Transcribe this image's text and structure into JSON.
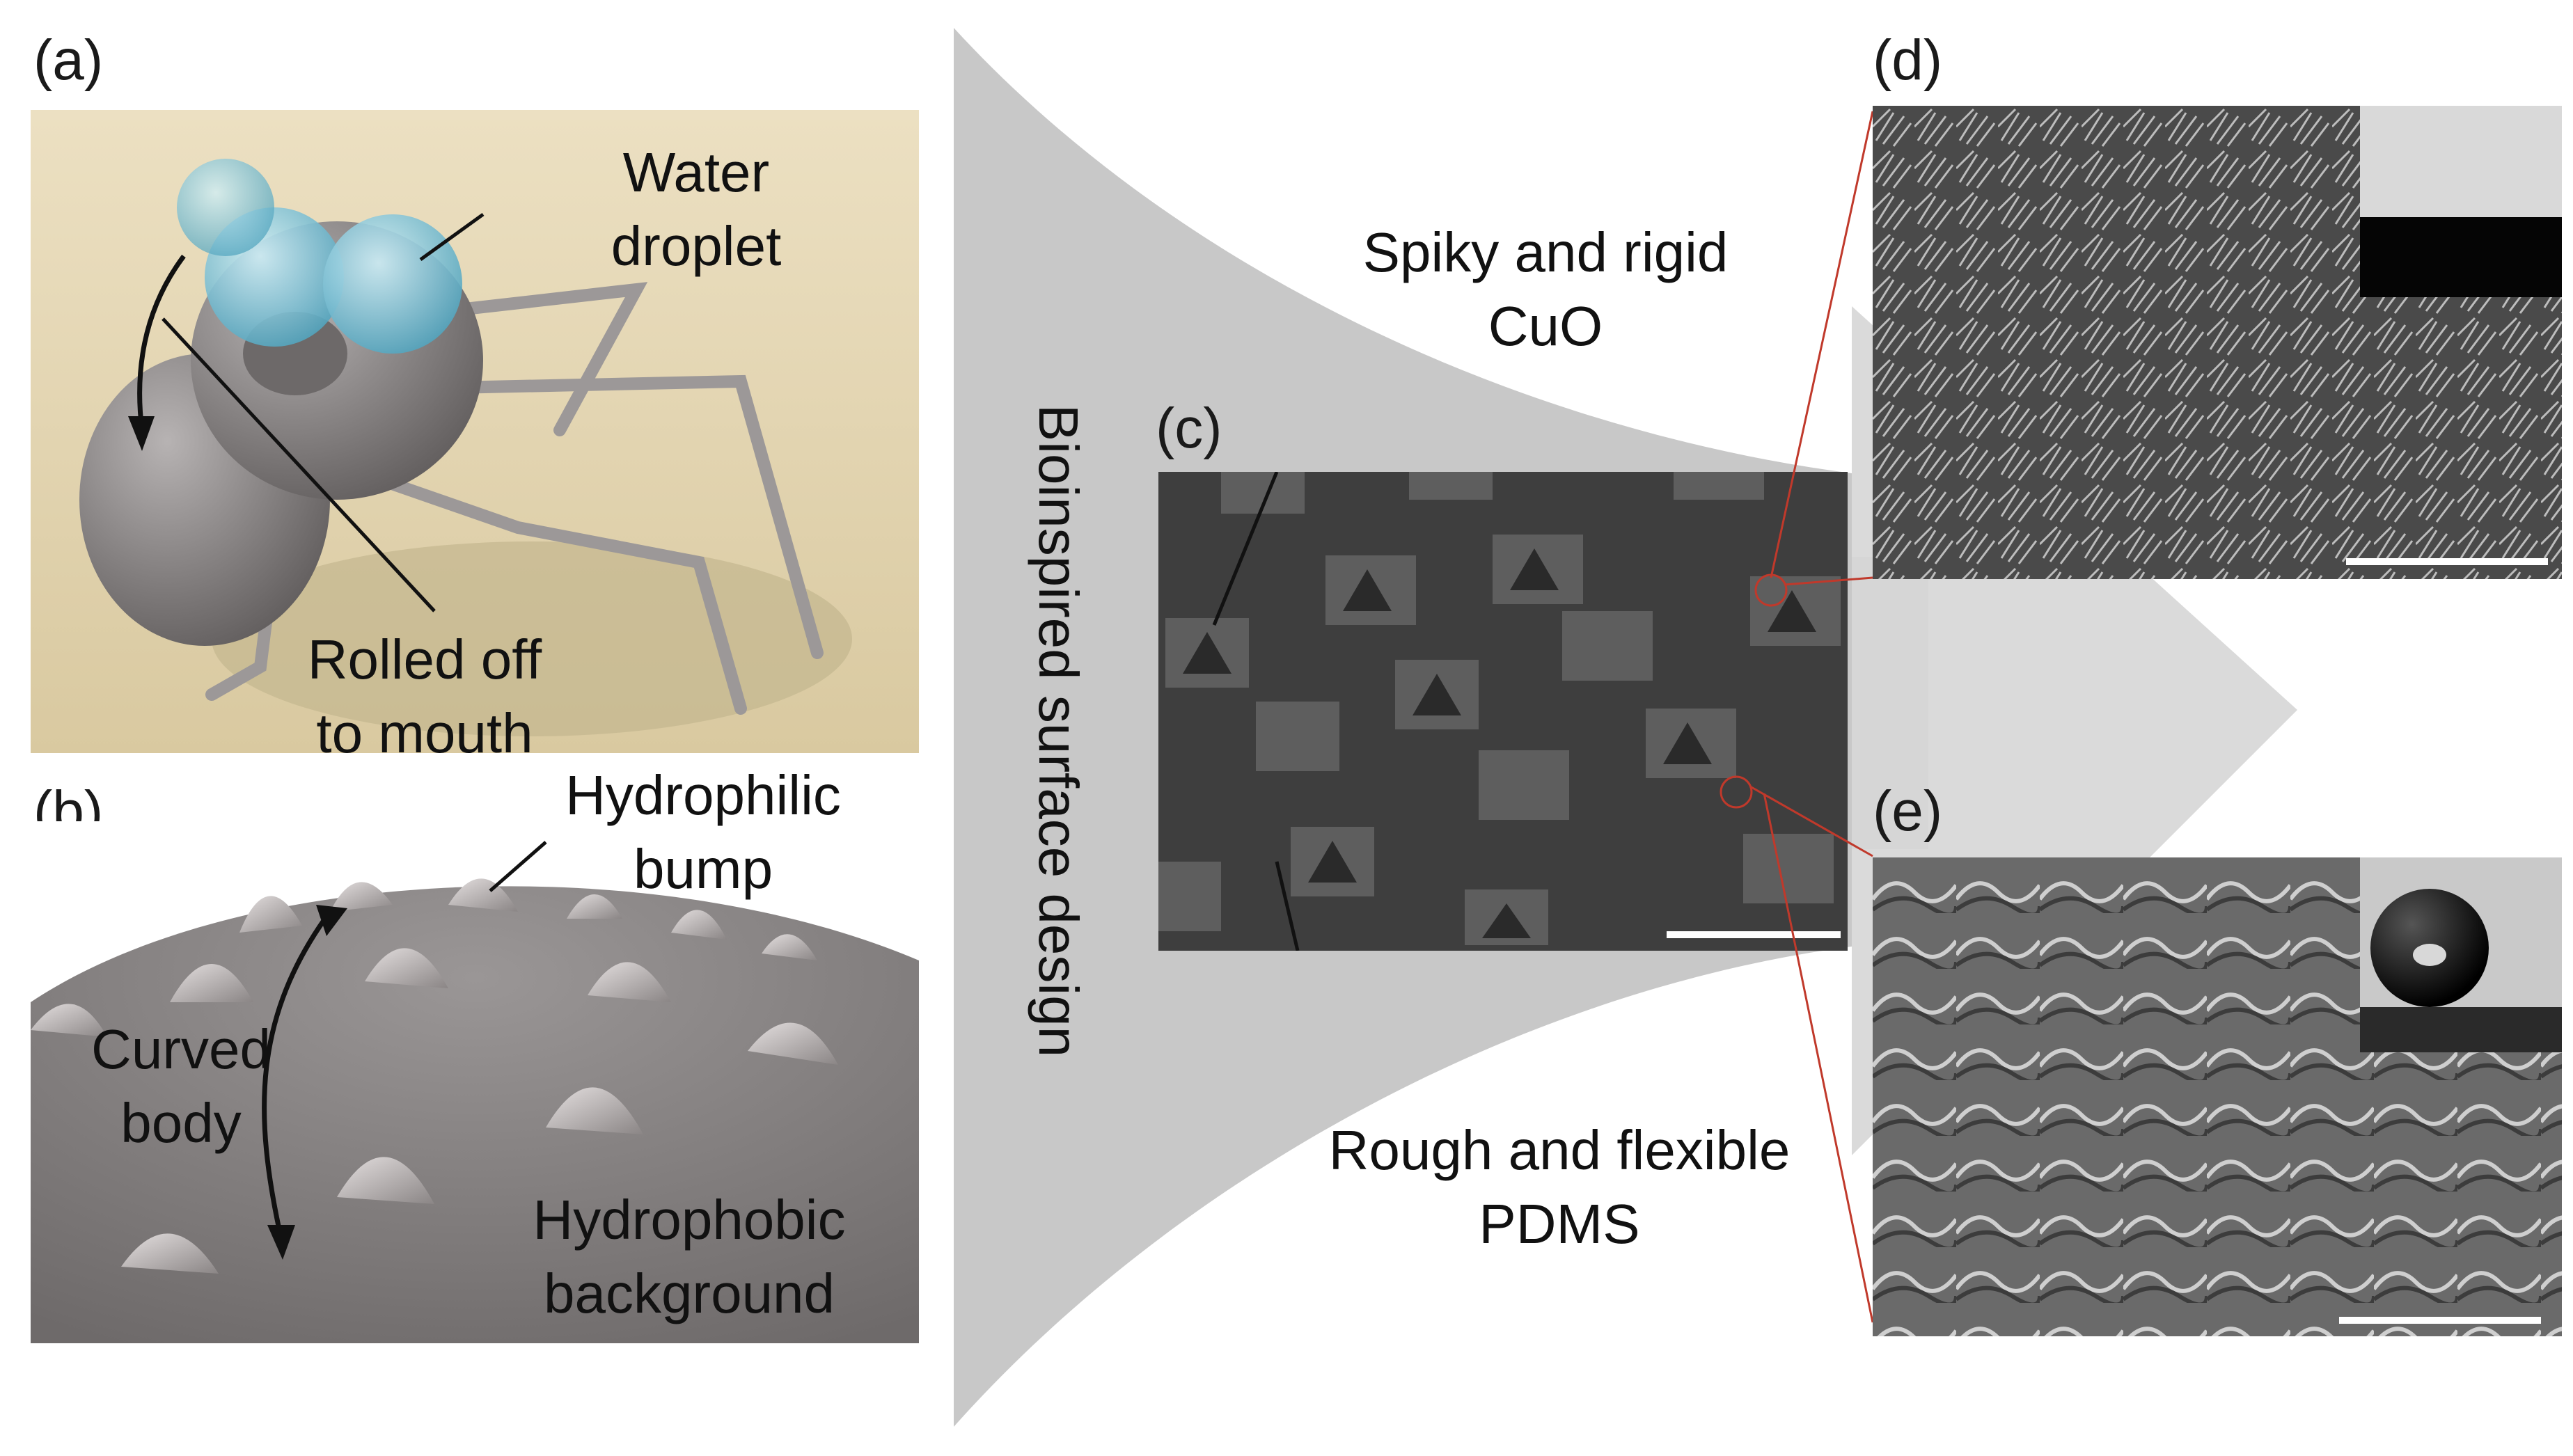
{
  "panels": {
    "a": {
      "letter": "(a)",
      "labels": {
        "water": [
          "Water",
          "droplet"
        ],
        "rolled": [
          "Rolled off",
          "to mouth"
        ]
      }
    },
    "b": {
      "letter": "(b)",
      "labels": {
        "hydrophilic": [
          "Hydrophilic",
          "bump"
        ],
        "curved": [
          "Curved",
          "body"
        ],
        "hydrophobic": [
          "Hydrophobic",
          "background"
        ]
      }
    },
    "c": {
      "letter": "(c)",
      "labels": {
        "spiky": [
          "Spiky and rigid",
          "CuO"
        ],
        "rough": [
          "Rough and flexible",
          "PDMS"
        ]
      }
    },
    "d": {
      "letter": "(d)"
    },
    "e": {
      "letter": "(e)"
    }
  },
  "center_banner": "Bioinspired surface design",
  "colors": {
    "funnel": "#c9c9c9",
    "sem_dark": "#3e3e3e",
    "droplet": "#7cc4d6",
    "beetle_body": "#8e8a8a",
    "outline_red": "#c0392b"
  }
}
